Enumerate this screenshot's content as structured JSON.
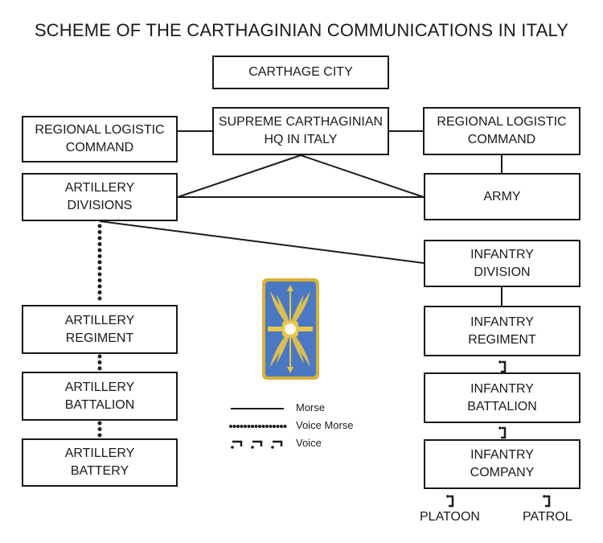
{
  "title": "SCHEME OF THE CARTHAGINIAN COMMUNICATIONS IN ITALY",
  "nodes": {
    "carthage_city": "CARTHAGE CITY",
    "supreme_hq": "SUPREME CARTHAGINIAN\nHQ IN ITALY",
    "regional_logistic_left": "REGIONAL LOGISTIC\nCOMMAND",
    "regional_logistic_right": "REGIONAL LOGISTIC\nCOMMAND",
    "artillery_divisions": "ARTILLERY\nDIVISIONS",
    "army": "ARMY",
    "infantry_division": "INFANTRY\nDIVISION",
    "artillery_regiment": "ARTILLERY\nREGIMENT",
    "artillery_battalion": "ARTILLERY\nBATTALION",
    "artillery_battery": "ARTILLERY\nBATTERY",
    "infantry_regiment": "INFANTRY\nREGIMENT",
    "infantry_battalion": "INFANTRY\nBATTALION",
    "infantry_company": "INFANTRY\nCOMPANY",
    "platoon": "PLATOON",
    "patrol": "PATROL"
  },
  "legend": {
    "morse": "Morse",
    "voice_morse": "Voice Morse",
    "voice": "Voice"
  },
  "emblem": {
    "icon": "winged-thunderbolt-shield-icon",
    "shield_color": "#4a78c2",
    "rim_color": "#d8b13a"
  },
  "colors": {
    "line": "#1a1a1a"
  }
}
